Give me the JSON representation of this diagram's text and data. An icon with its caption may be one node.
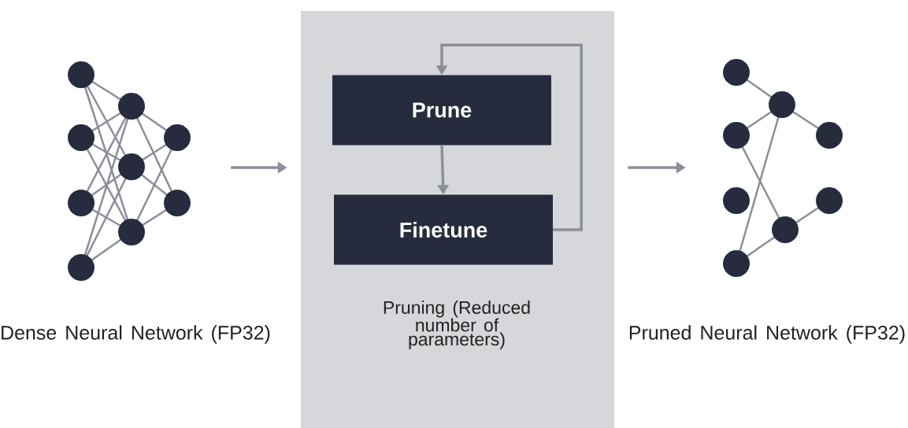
{
  "diagram": {
    "nodes": [
      {
        "text": [],
        "shape": "picture",
        "beside": [
          "Dense Neural Network (FP32)"
        ]
      },
      {
        "text": [
          "Pruning (Reduced number of parameters)"
        ]
      },
      {
        "text": [
          "Prune"
        ],
        "in": 1
      },
      {
        "text": [
          "Finetune"
        ],
        "in": 1
      },
      {
        "text": [],
        "shape": "picture",
        "beside": [
          "Pruned Neural Network (FP32)"
        ]
      }
    ],
    "edges": [
      {
        "from": 0,
        "to": 1,
        "arrow": "to"
      },
      {
        "from": 1,
        "to": 4,
        "arrow": "to"
      },
      {
        "from": 2,
        "to": 3,
        "arrow": "to"
      },
      {
        "from": 3,
        "to": 2,
        "arrow": "to"
      }
    ]
  }
}
